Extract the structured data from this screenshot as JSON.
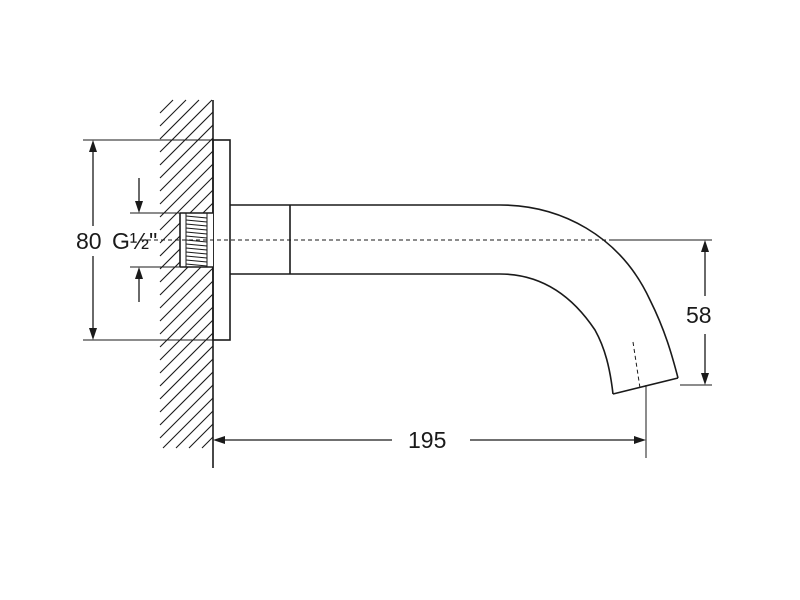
{
  "dimensions": {
    "flange_height": "80",
    "thread_size": "G½\"",
    "spout_drop": "58",
    "spout_projection": "195"
  },
  "colors": {
    "line": "#1a1a1a",
    "background": "#ffffff"
  }
}
